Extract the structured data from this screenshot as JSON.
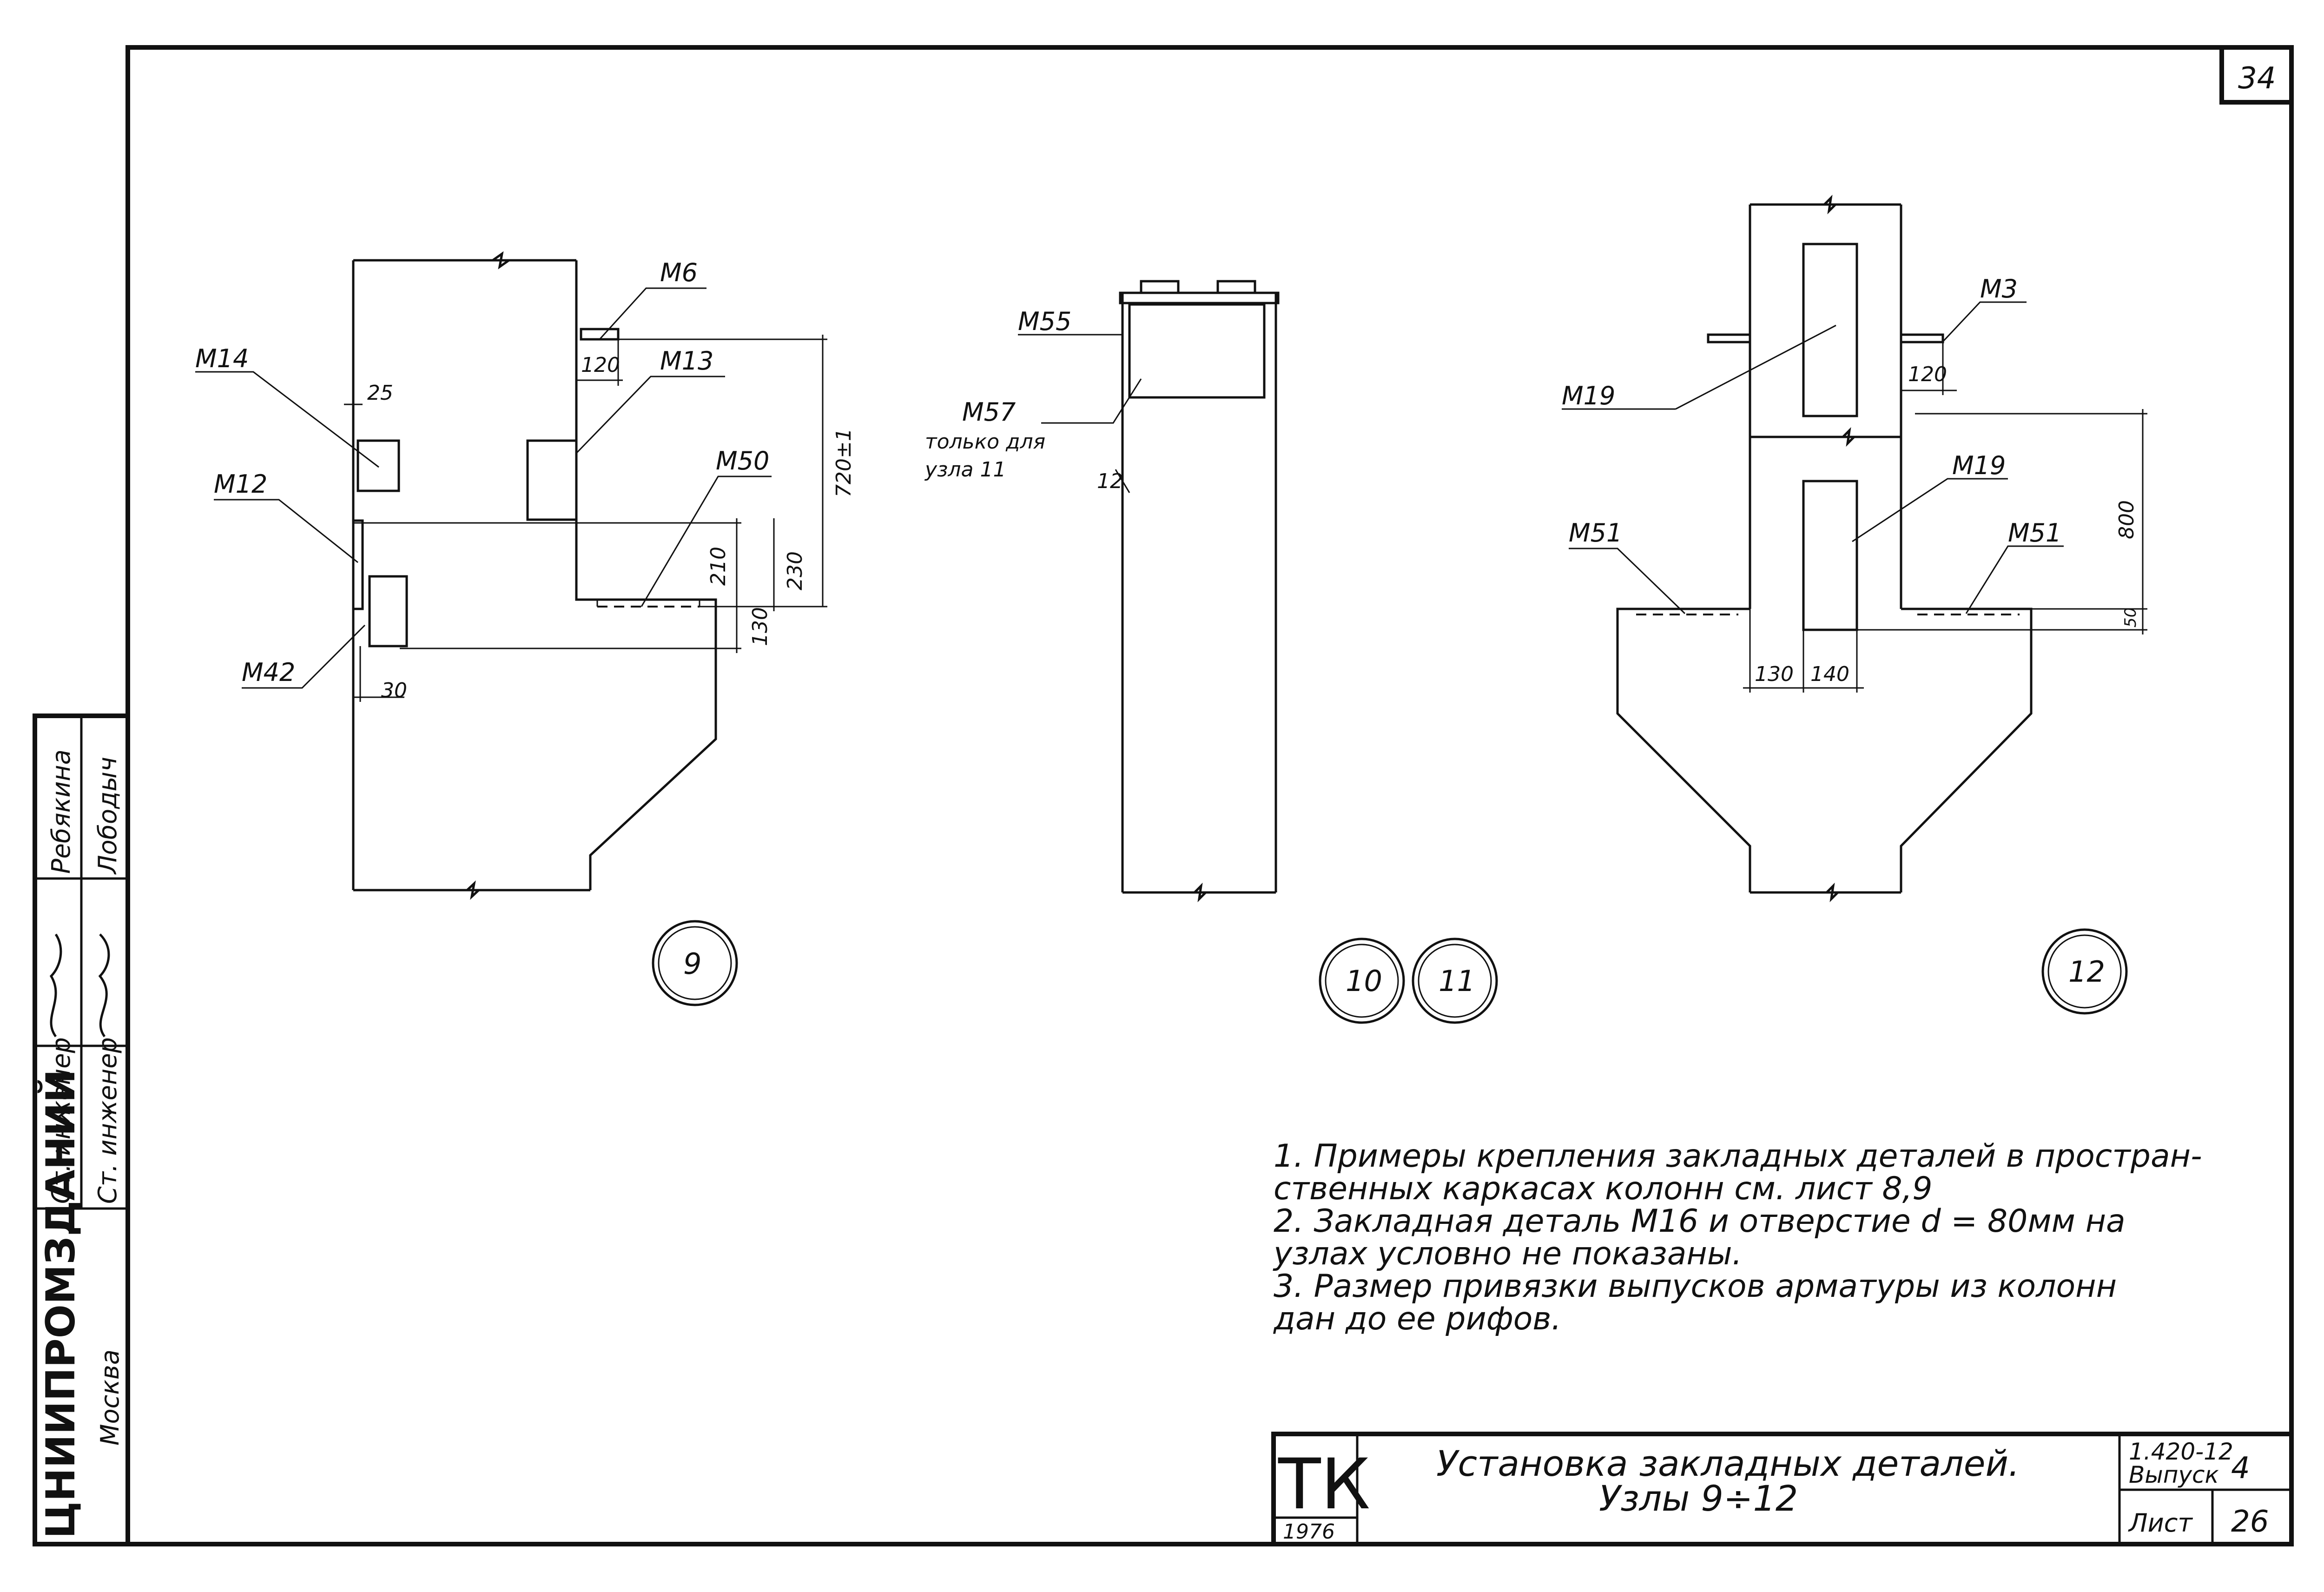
{
  "sheet_number": "34",
  "nodes": {
    "n9": {
      "number": "9",
      "labels": {
        "m6": "М6",
        "m14": "М14",
        "m13": "М13",
        "m12": "М12",
        "m50": "М50",
        "m42": "М42"
      },
      "dims": {
        "d25": "25",
        "d120": "120",
        "d720": "720±1",
        "d230": "230",
        "d210": "210",
        "d130": "130",
        "d30": "30"
      }
    },
    "n10_11": {
      "numbers": [
        "10",
        "11"
      ],
      "labels": {
        "m55": "М55",
        "m57": "М57",
        "m57_note_1": "только для",
        "m57_note_2": "узла 11"
      },
      "dims": {
        "d12": "12"
      }
    },
    "n12": {
      "number": "12",
      "labels": {
        "m3": "М3",
        "m19_top": "М19",
        "m19_bottom": "М19",
        "m51_left": "М51",
        "m51_right": "М51"
      },
      "dims": {
        "d120": "120",
        "d800": "800",
        "d50": "50",
        "d130": "130",
        "d140": "140"
      }
    }
  },
  "notes": [
    "1.  Примеры крепления закладных деталей в простран-",
    "     ственных каркасах колонн см. лист 8,9",
    "2.  Закладная деталь М16 и отверстие d = 80мм на",
    "     узлах условно не показаны.",
    "3.  Размер привязки выпусков арматуры из колонн",
    "     дан до ее рифов."
  ],
  "title_block": {
    "code": "ТК",
    "year": "1976",
    "title_line1": "Установка закладных деталей.",
    "title_line2": "Узлы 9÷12",
    "series": "1.420-12",
    "issue_label": "Выпуск",
    "issue_number": "4",
    "sheet_label": "Лист",
    "sheet_number": "26"
  },
  "side_stamp": {
    "org": "ЦНИИПРОМЗДАНИЙ",
    "city": "Москва",
    "role1": "Ст. инженер",
    "role2": "Ст. инженер",
    "name1": "Ребякина",
    "name2": "Лободыч"
  }
}
